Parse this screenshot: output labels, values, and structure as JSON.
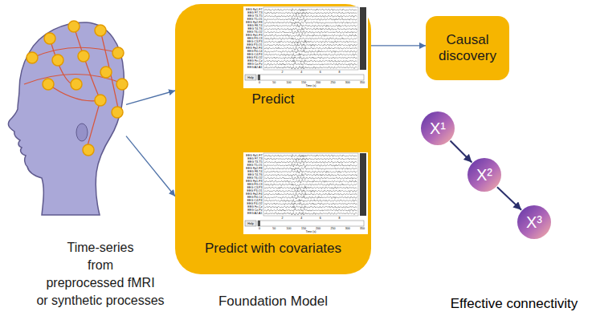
{
  "diagram": {
    "nodes": [
      {
        "text": [
          "Time-series from preprocessed fMRI or synthetic processes"
        ]
      },
      {
        "text": [
          "Foundation Model"
        ]
      },
      {
        "text": [
          "Predict"
        ],
        "in": 1
      },
      {
        "text": [
          "Predict with covariates"
        ],
        "in": 1
      },
      {
        "text": [
          "Causal discovery"
        ]
      },
      {
        "text": [
          "X¹"
        ]
      },
      {
        "text": [
          "X²"
        ]
      },
      {
        "text": [
          "X³"
        ]
      }
    ],
    "edges": [
      {
        "from": 0,
        "to": 2,
        "arrow": "to"
      },
      {
        "from": 0,
        "to": 3,
        "arrow": "to"
      },
      {
        "from": 1,
        "to": 4,
        "arrow": "to"
      },
      {
        "from": 5,
        "to": 6,
        "arrow": "to"
      },
      {
        "from": 6,
        "to": 7,
        "arrow": "to"
      }
    ],
    "labels": [
      "EEG Fp1-F7",
      "EEG F7-T3",
      "EEG T3-T5",
      "EEG T5-O1",
      "EEG Fp2-F8",
      "EEG F8-T4",
      "EEG T4-T6",
      "EEG T6-O2",
      "EEG Fp1-F3",
      "EEG F3-C3",
      "EEG C3-P3",
      "EEG P3-O1",
      "EEG Fp2-F4",
      "EEG F4-C4",
      "EEG C4-P4",
      "EEG P4-O2",
      "EEG Fz-Cz",
      "EEG Cz-Pz",
      "EEG A2-A1",
      "Help",
      "2",
      "4",
      "6",
      "8",
      "0",
      "50",
      "100",
      "150",
      "200",
      "250",
      "300",
      "350",
      "Time (s)",
      "EEG Fp1-F7",
      "EEG F7-T3",
      "EEG T3-T5",
      "EEG T5-O1",
      "EEG Fp2-F8",
      "EEG F8-T4",
      "EEG T4-T6",
      "EEG T6-O2",
      "EEG Fp1-F3",
      "EEG F3-C3",
      "EEG C3-P3",
      "EEG P3-O1",
      "EEG Fp2-F4",
      "EEG F4-C4",
      "EEG C4-P4",
      "EEG P4-O2",
      "EEG Fz-Cz",
      "EEG Cz-Pz",
      "EEG A2-A1",
      "Help",
      "2",
      "4",
      "6",
      "8",
      "0",
      "50",
      "100",
      "150",
      "200",
      "250",
      "300",
      "350",
      "Time (s)",
      "Effective connectivity"
    ]
  }
}
